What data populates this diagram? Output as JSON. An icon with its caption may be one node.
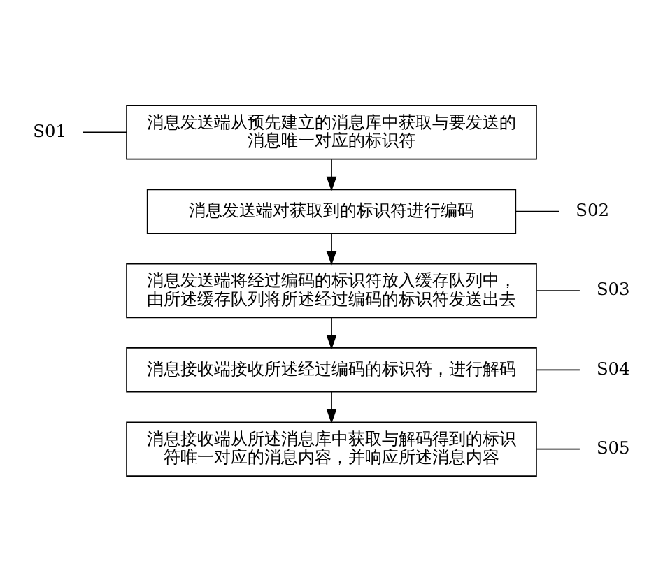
{
  "diagram": {
    "nodes": [
      {
        "text": [
          "S01"
        ]
      },
      {
        "text": [
          "消息发送端从预先建立的消息库中获取与要发送的消息唯一对应的标识符"
        ]
      },
      {
        "text": [
          "S02"
        ]
      },
      {
        "text": [
          "消息发送端对获取到的标识符进行编码"
        ]
      },
      {
        "text": [
          "S03"
        ]
      },
      {
        "text": [
          "消息发送端将经过编码的标识符放入缓存队列中，由所述缓存队列将所述经过编码的标识符发送出去"
        ]
      },
      {
        "text": [
          "S04"
        ]
      },
      {
        "text": [
          "消息接收端接收所述经过编码的标识符，进行解码"
        ]
      },
      {
        "text": [
          "S05"
        ]
      },
      {
        "text": [
          "消息接收端从所述消息库中获取与解码得到的标识符唯一对应的消息内容，并响应所述消息内容"
        ]
      }
    ],
    "edges": [
      {
        "from": 0,
        "to": 1,
        "arrow": "none"
      },
      {
        "from": 1,
        "to": 3,
        "arrow": "to"
      },
      {
        "from": 2,
        "to": 3,
        "arrow": "none"
      },
      {
        "from": 3,
        "to": 5,
        "arrow": "to"
      },
      {
        "from": 4,
        "to": 5,
        "arrow": "none"
      },
      {
        "from": 5,
        "to": 7,
        "arrow": "to"
      },
      {
        "from": 6,
        "to": 7,
        "arrow": "none"
      },
      {
        "from": 7,
        "to": 9,
        "arrow": "to"
      },
      {
        "from": 8,
        "to": 9,
        "arrow": "none"
      }
    ]
  }
}
